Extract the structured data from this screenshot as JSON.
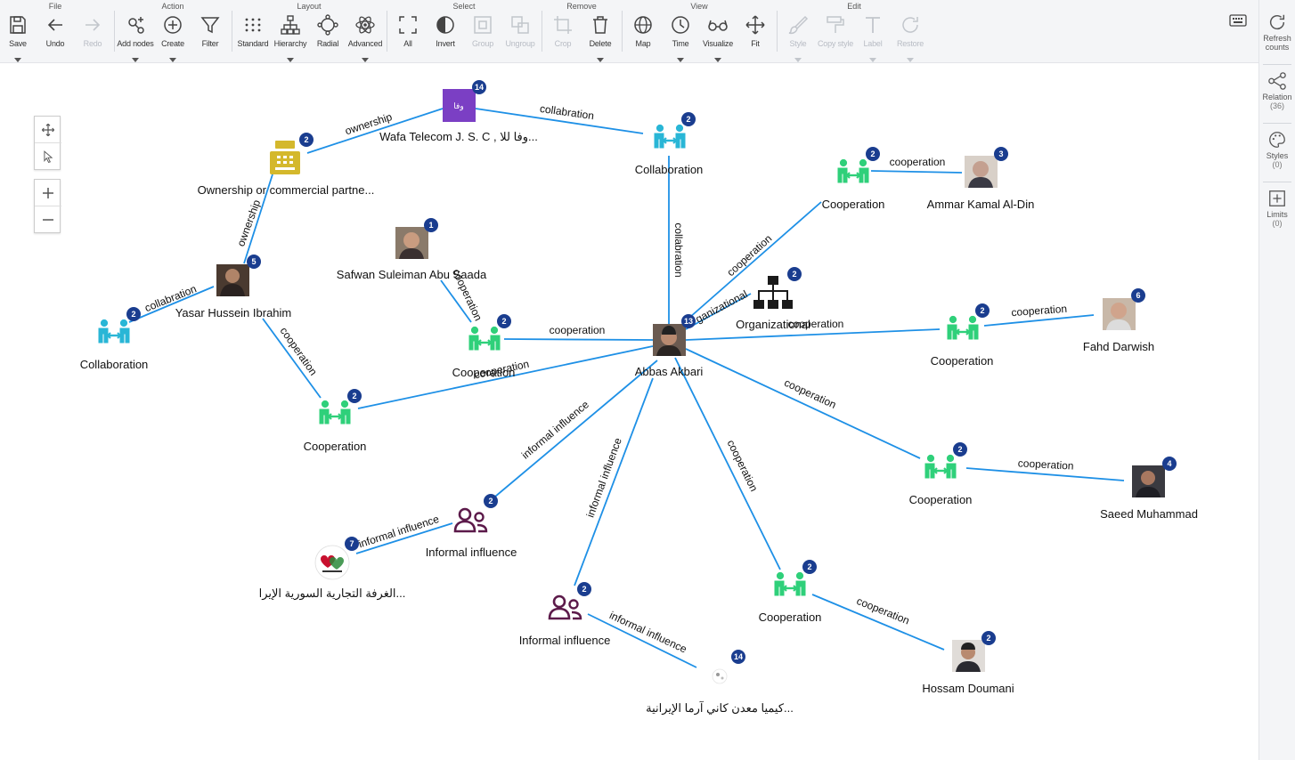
{
  "toolbar": {
    "groups": {
      "file": "File",
      "action": "Action",
      "layout": "Layout",
      "select": "Select",
      "remove": "Remove",
      "view": "View",
      "edit": "Edit"
    },
    "buttons": {
      "save": "Save",
      "undo": "Undo",
      "redo": "Redo",
      "add_nodes": "Add nodes",
      "create": "Create",
      "filter": "Filter",
      "standard": "Standard",
      "hierarchy": "Hierarchy",
      "radial": "Radial",
      "advanced": "Advanced",
      "all": "All",
      "invert": "Invert",
      "group": "Group",
      "ungroup": "Ungroup",
      "crop": "Crop",
      "delete": "Delete",
      "map": "Map",
      "time": "Time",
      "visualize": "Visualize",
      "fit": "Fit",
      "style": "Style",
      "copy_style": "Copy style",
      "label": "Label",
      "restore": "Restore"
    }
  },
  "right_panel": {
    "refresh_label": "Refresh",
    "refresh_label2": "counts",
    "relations_label": "Relation",
    "relations_count": "(36)",
    "styles_label": "Styles",
    "styles_count": "(0)",
    "limits_label": "Limits",
    "limits_count": "(0)"
  },
  "graph": {
    "edges": {
      "e1": "ownership",
      "e2": "collabration",
      "e3": "ownership",
      "e4": "collabration",
      "e5": "collabration",
      "e6": "cooperation",
      "e7": "cooperation",
      "e8": "cooperation",
      "e9": "cooperation",
      "e10": "cooperation",
      "e11": "ganizational",
      "e12": "cooperation",
      "e13": "cooperation",
      "e14": "cooperation",
      "e15": "cooperation",
      "e16": "cooperation",
      "e17": "cooperation",
      "e18": "cooperation",
      "e19": "cooperation",
      "e20": "informal influence",
      "e21": "informal influence",
      "e22": "informal influence",
      "e23": "informal influence"
    },
    "nodes": {
      "wafa": {
        "label": "Wafa Telecom J. S. C , وفا للا...",
        "count": "14",
        "color": "#7b3fc4"
      },
      "ownership_partner": {
        "label": "Ownership or commercial partne...",
        "count": "2",
        "color": "#d4b82c"
      },
      "collab_top": {
        "label": "Collaboration",
        "count": "2",
        "color": "#29b6d6"
      },
      "yasar": {
        "label": "Yasar Hussein Ibrahim",
        "count": "5"
      },
      "collab_left": {
        "label": "Collaboration",
        "count": "2",
        "color": "#29b6d6"
      },
      "safwan": {
        "label": "Safwan Suleiman Abu Saada",
        "count": "1"
      },
      "coop_mid": {
        "label": "Cooperation",
        "count": "2",
        "color": "#2fd07a"
      },
      "coop_left": {
        "label": "Cooperation",
        "count": "2",
        "color": "#2fd07a"
      },
      "abbas": {
        "label": "Abbas Akbari",
        "count": "13"
      },
      "org": {
        "label": "Organizational",
        "count": "2",
        "color": "#1a1a1a"
      },
      "coop_ammar": {
        "label": "Cooperation",
        "count": "2",
        "color": "#2fd07a"
      },
      "ammar": {
        "label": "Ammar Kamal Al-Din",
        "count": "3"
      },
      "coop_fahd": {
        "label": "Cooperation",
        "count": "2",
        "color": "#2fd07a"
      },
      "fahd": {
        "label": "Fahd Darwish",
        "count": "6"
      },
      "coop_saeed": {
        "label": "Cooperation",
        "count": "2",
        "color": "#2fd07a"
      },
      "saeed": {
        "label": "Saeed Muhammad",
        "count": "4"
      },
      "coop_hossam": {
        "label": "Cooperation",
        "count": "2",
        "color": "#2fd07a"
      },
      "hossam": {
        "label": "Hossam Doumani",
        "count": "2"
      },
      "inf_a": {
        "label": "Informal influence",
        "count": "2",
        "color": "#5c1a4a"
      },
      "inf_b": {
        "label": "Informal influence",
        "count": "2",
        "color": "#5c1a4a"
      },
      "chamber": {
        "label": "الغرفة التجارية السورية الإيرا...",
        "count": "7"
      },
      "kimia": {
        "label": "كيميا معدن كاني آرما الإيرانية...",
        "count": "14"
      }
    }
  },
  "colors": {
    "edge": "#1e90e6",
    "badge": "#1a3d8f"
  }
}
